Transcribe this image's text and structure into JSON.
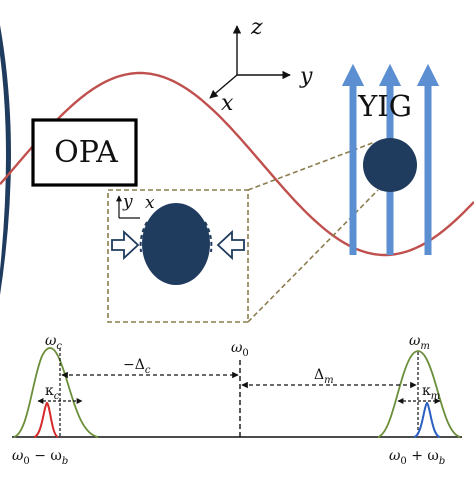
{
  "axes_main": {
    "z": "z",
    "y": "y",
    "x": "x"
  },
  "axes_inset": {
    "y": "y",
    "x": "x"
  },
  "opa_label": "OPA",
  "yig_label": "YIG",
  "spectrum": {
    "omega_c": "ω",
    "omega_c_sub": "c",
    "omega_0": "ω",
    "omega_0_sub": "0",
    "omega_m": "ω",
    "omega_m_sub": "m",
    "delta_c": "−Δ",
    "delta_c_sub": "c",
    "delta_m": "Δ",
    "delta_m_sub": "m",
    "kappa_c": "κ",
    "kappa_c_sub": "c",
    "kappa_m": "κ",
    "kappa_m_sub": "m",
    "low_sideband": "ω",
    "low_sideband_sub1": "0",
    "low_sideband_mid": " − ω",
    "low_sideband_sub2": "b",
    "high_sideband": "ω",
    "high_sideband_sub1": "0",
    "high_sideband_mid": " + ω",
    "high_sideband_sub2": "b"
  },
  "colors": {
    "wave": "#c0504d",
    "sphere": "#1f3b5e",
    "field_arrow": "#5b8fd1",
    "inset_border": "#8b7d4e",
    "green_curve": "#6b8e3a",
    "red_peak": "#d42a2a",
    "blue_peak": "#2a5fc2"
  }
}
